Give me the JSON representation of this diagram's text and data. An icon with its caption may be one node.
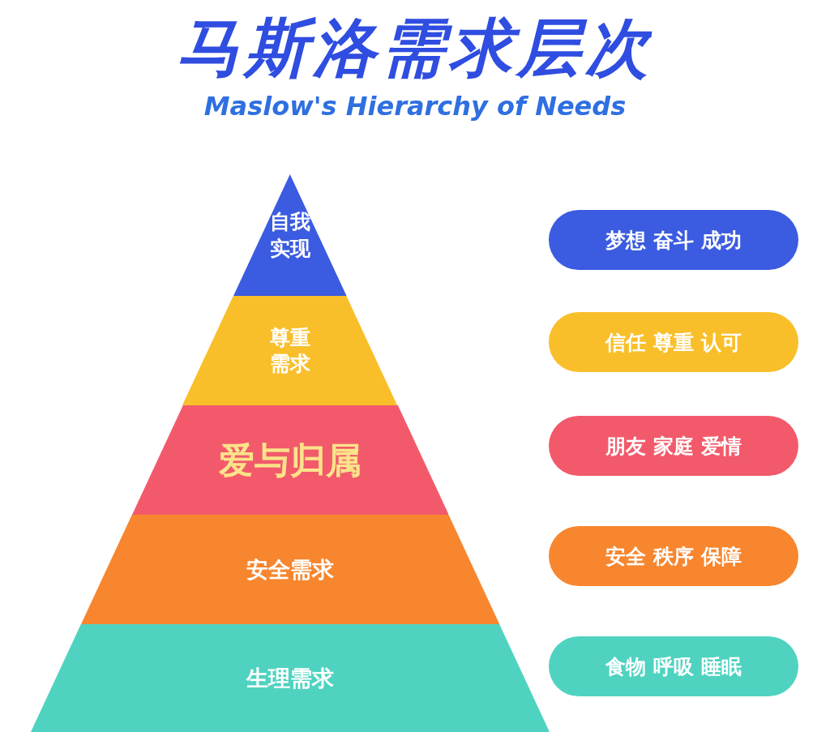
{
  "diagram": {
    "title": "马斯洛需求层次",
    "nodes": [
      {
        "text": [
          "自我实现"
        ]
      },
      {
        "text": [
          "尊重需求"
        ]
      },
      {
        "text": [
          "爱与归属"
        ]
      },
      {
        "text": [
          "安全需求"
        ]
      },
      {
        "text": [
          "生理需求"
        ]
      },
      {
        "text": [
          "梦想 奋斗 成功"
        ]
      },
      {
        "text": [
          "信任 尊重 认可"
        ]
      },
      {
        "text": [
          "朋友 家庭 爱情"
        ]
      },
      {
        "text": [
          "安全 秩序 保障"
        ]
      },
      {
        "text": [
          "食物 呼吸 睡眠"
        ]
      }
    ],
    "labels": [
      "Maslow's Hierarchy of Needs"
    ]
  }
}
